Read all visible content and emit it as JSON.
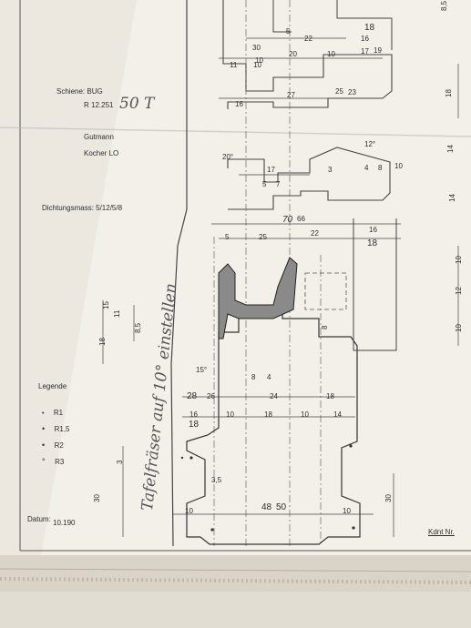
{
  "sheet": {
    "rail_label": "Schiene: BUG",
    "rail_code": "R 12.251",
    "rail_handwritten": "50 T",
    "maker": "Gutmann",
    "product": "Kocher LO",
    "seal_dims": "Dichtungsmass: 5/12/5/8",
    "handwritten_note": "Tafelfräser auf 10° einstellen",
    "legend": {
      "title": "Legende",
      "items": [
        "R1",
        "R1,5",
        "R2",
        "R3"
      ]
    },
    "date_label": "Datum:",
    "date_value": "10.190",
    "customer_label": "Kdnt Nr."
  },
  "dims": {
    "top": [
      "5",
      "22",
      "18",
      "16",
      "30",
      "10",
      "20",
      "10",
      "17",
      "19",
      "11",
      "10",
      "16",
      "27",
      "25",
      "23"
    ],
    "angles": [
      "12°",
      "20°",
      "15°"
    ],
    "middle": [
      "17",
      "3",
      "4",
      "8",
      "10",
      "5",
      "7",
      "70",
      "66",
      "5",
      "25",
      "22",
      "16",
      "18"
    ],
    "lower": [
      "8",
      "4",
      "28",
      "26",
      "24",
      "18",
      "16",
      "10",
      "18",
      "10",
      "14",
      "18",
      "3,5",
      "10",
      "48",
      "50",
      "10"
    ],
    "left": [
      "15",
      "11",
      "8,5",
      "18",
      "3",
      "30"
    ],
    "right": [
      "8,5",
      "18",
      "14",
      "14",
      "10",
      "12",
      "10",
      "8",
      "30"
    ]
  }
}
